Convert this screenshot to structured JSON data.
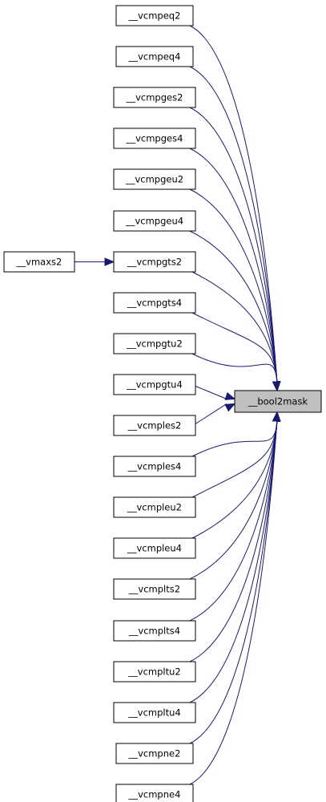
{
  "graph": {
    "target": "__bool2mask",
    "callers": [
      "__vcmpeq2",
      "__vcmpeq4",
      "__vcmpges2",
      "__vcmpges4",
      "__vcmpgeu2",
      "__vcmpgeu4",
      "__vcmpgts2",
      "__vcmpgts4",
      "__vcmpgtu2",
      "__vcmpgtu4",
      "__vcmples2",
      "__vcmples4",
      "__vcmpleu2",
      "__vcmpleu4",
      "__vcmplts2",
      "__vcmplts4",
      "__vcmpltu2",
      "__vcmpltu4",
      "__vcmpne2",
      "__vcmpne4"
    ],
    "secondary_caller": "__vmaxs2",
    "secondary_callee": "__vcmpgts2",
    "colors": {
      "edge": "#191970",
      "target_fill": "#bfbfbf",
      "node_fill": "#ffffff",
      "node_border": "#000000"
    }
  }
}
